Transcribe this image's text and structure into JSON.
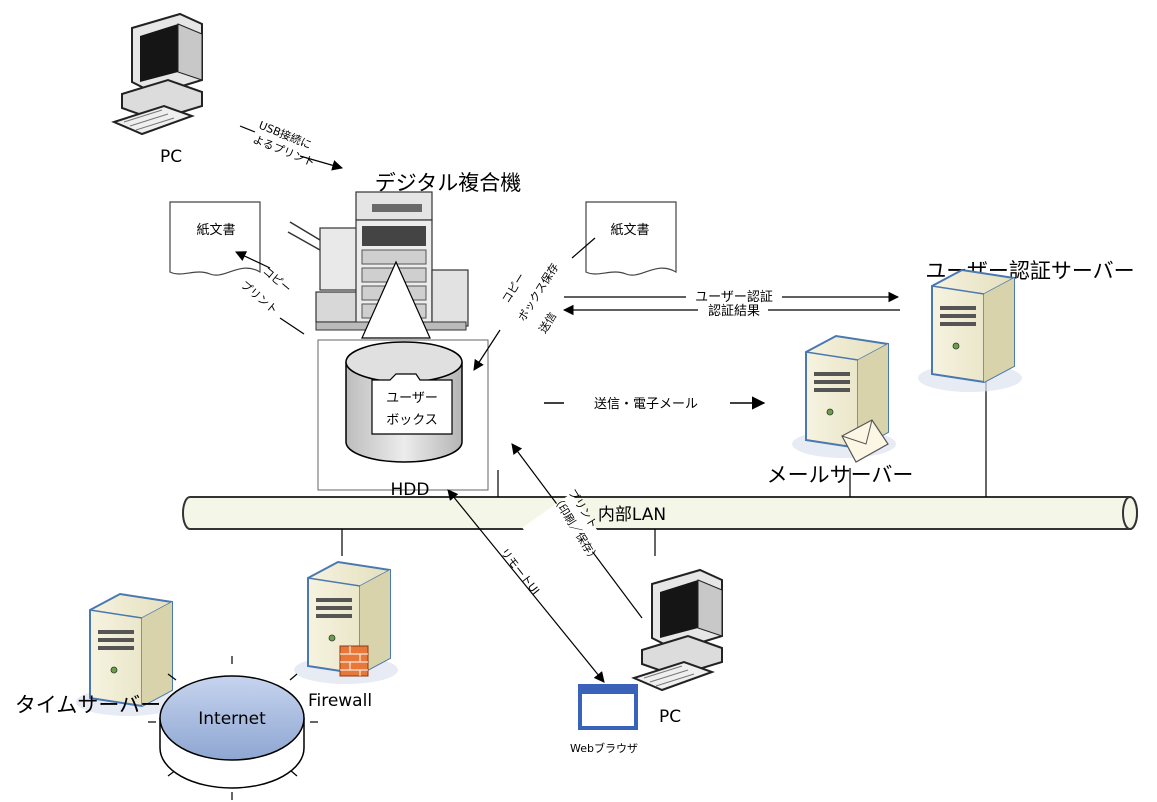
{
  "labels": {
    "pc_top": "PC",
    "usb_line1": "USB接続に",
    "usb_line2": "よるプリント",
    "mfp": "デジタル複合機",
    "paper_left": "紙文書",
    "paper_right": "紙文書",
    "copy_left_1": "コピー",
    "copy_left_2": "プリント",
    "copy_right_1": "コピー",
    "copy_right_2": "ボックス保存",
    "copy_right_3": "送信",
    "user_box_1": "ユーザー",
    "user_box_2": "ボックス",
    "hdd": "HDD",
    "auth_server": "ユーザー認証サーバー",
    "auth_request": "ユーザー認証",
    "auth_result": "認証結果",
    "send_email": "送信・電子メール",
    "mail_server": "メールサーバー",
    "lan": "内部LAN",
    "print_line1": "プリント",
    "print_line2": "（印刷／保存）",
    "remote_ui": "リモートUI",
    "pc_bottom": "PC",
    "web_browser": "Webブラウザ",
    "time_server": "タイムサーバー",
    "firewall": "Firewall",
    "internet": "Internet"
  },
  "colors": {
    "lan_fill": "#f4f7e8",
    "server_front": "#f3f0dc",
    "server_side": "#dcd7b4",
    "server_outline": "#4a78b0",
    "disk_fill": "#d8d8d8",
    "internet_top": "#a9bcdc",
    "firewall_brick": "#e8773a",
    "browser_frame": "#3a62b8"
  },
  "icons": [
    "computer-icon",
    "server-icon",
    "printer-icon",
    "document-icon",
    "disk-icon",
    "globe-icon",
    "firewall-icon",
    "envelope-icon",
    "browser-icon"
  ]
}
